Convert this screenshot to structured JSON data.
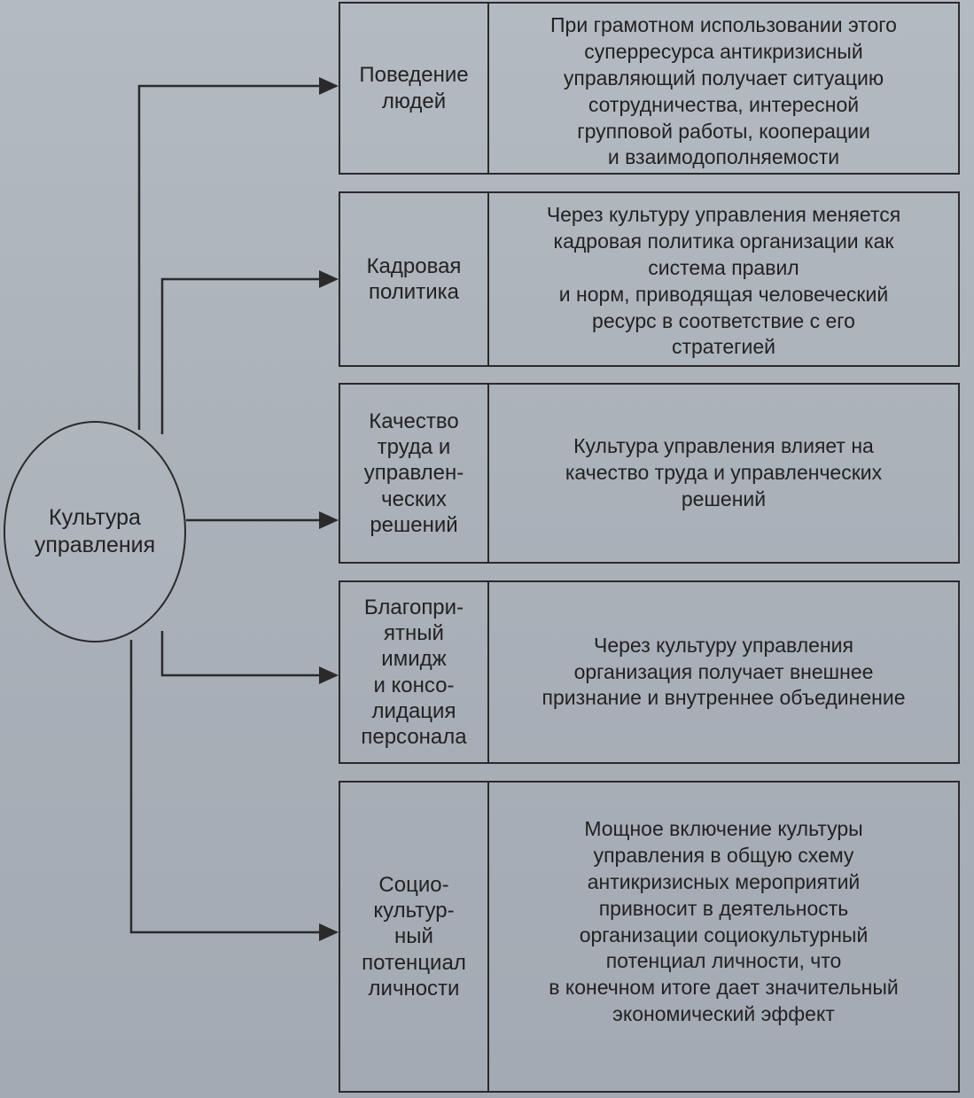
{
  "center": {
    "label": "Культура\nуправления"
  },
  "rows": [
    {
      "label": "Поведение\nлюдей",
      "description": "При грамотном использовании этого\nсуперресурса антикризисный\nуправляющий получает ситуацию\nсотрудничества, интересной\nгрупповой работы,  кооперации\nи взаимодополняемости"
    },
    {
      "label": "Кадровая\nполитика",
      "description": "Через культуру управления меняется\nкадровая политика организации как\nсистема правил\nи норм, приводящая человеческий\nресурс в соответствие с его\nстратегией"
    },
    {
      "label": "Качество\nтруда и\nуправлен-\nческих\nрешений",
      "description": "Культура управления влияет на\nкачество труда и управленческих\nрешений"
    },
    {
      "label": "Благопри-\nятный\nимидж\nи консо-\nлидация\nперсонала",
      "description": "Через культуру управления\nорганизация получает внешнее\nпризнание и внутреннее объединение"
    },
    {
      "label": "Социо-\nкультур-\nный\nпотенциал\nличности",
      "description": "Мощное включение культуры\nуправления в общую схему\nантикризисных мероприятий\nпривносит в деятельность\nорганизации социокультурный\nпотенциал личности, что\nв конечном итоге дает значительный\nэкономический эффект"
    }
  ]
}
